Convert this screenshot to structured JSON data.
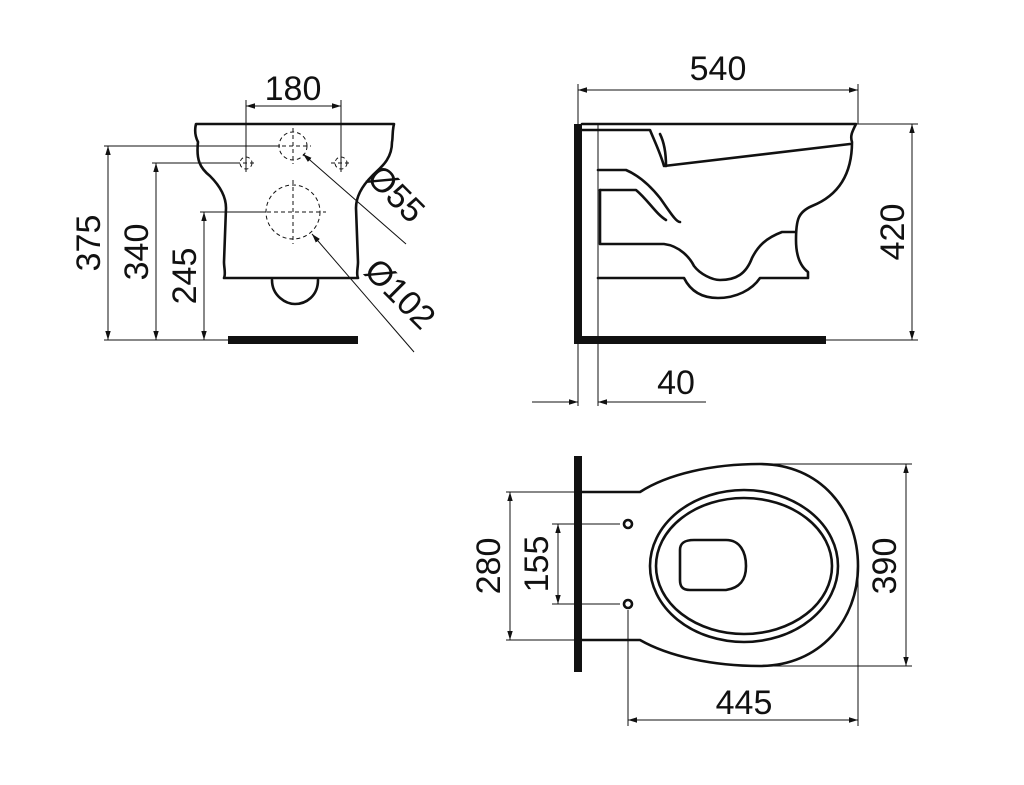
{
  "colors": {
    "line": "#111111",
    "background": "#ffffff"
  },
  "front_view": {
    "hole_spacing": "180",
    "height_total": "375",
    "height_fixing": "340",
    "height_outlet": "245",
    "fixing_hole_diameter": "Ø55",
    "outlet_diameter": "Ø102"
  },
  "side_view": {
    "length": "540",
    "height": "420",
    "wall_offset": "40"
  },
  "top_view": {
    "width_overall": "390",
    "bracket_width": "280",
    "bolt_spacing": "155",
    "projection": "445"
  }
}
